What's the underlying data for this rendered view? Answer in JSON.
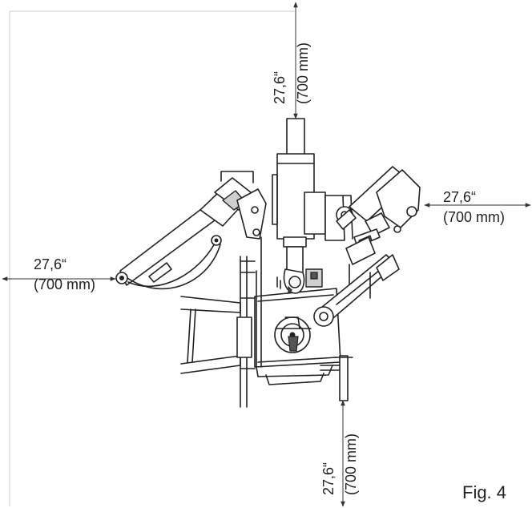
{
  "dimensions": {
    "top": {
      "value": "27,6“",
      "metric": "(700 mm)"
    },
    "left": {
      "value": "27,6“",
      "metric": "(700 mm)"
    },
    "right": {
      "value": "27,6“",
      "metric": "(700 mm)"
    },
    "bottom": {
      "value": "27,6“",
      "metric": "(700 mm)"
    }
  },
  "figure_label": "Fig. 4"
}
